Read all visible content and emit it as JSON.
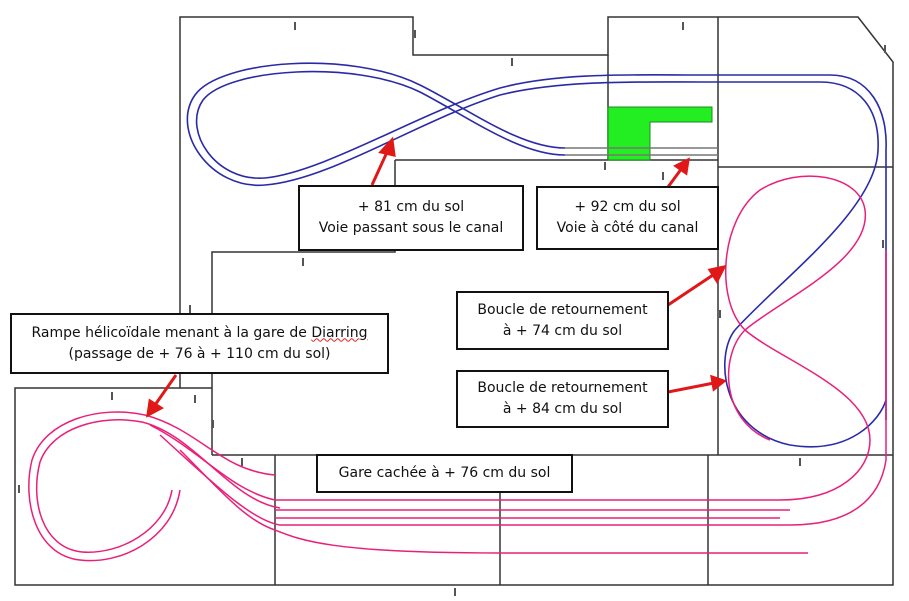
{
  "colors": {
    "board_outline": "#333333",
    "upper_track": "#2a2aa8",
    "lower_track": "#e8207a",
    "canal": "#22ee22",
    "arrow": "#e01818"
  },
  "labels": {
    "upper_81": {
      "line1": "+ 81 cm du sol",
      "line2": "Voie passant sous le canal"
    },
    "upper_92": {
      "line1": "+ 92 cm du sol",
      "line2": "Voie à côté du canal"
    },
    "loop_74": {
      "line1": "Boucle de retournement",
      "line2": "à + 74 cm du sol"
    },
    "loop_84": {
      "line1": "Boucle de retournement",
      "line2": "à + 84 cm du sol"
    },
    "helix": {
      "line1_prefix": "Rampe hélicoïdale menant à la gare de ",
      "line1_name": "Diarring",
      "line2": "(passage de + 76 à + 110 cm du sol)"
    },
    "hidden_station": {
      "line1": "Gare cachée à + 76 cm du sol"
    }
  }
}
